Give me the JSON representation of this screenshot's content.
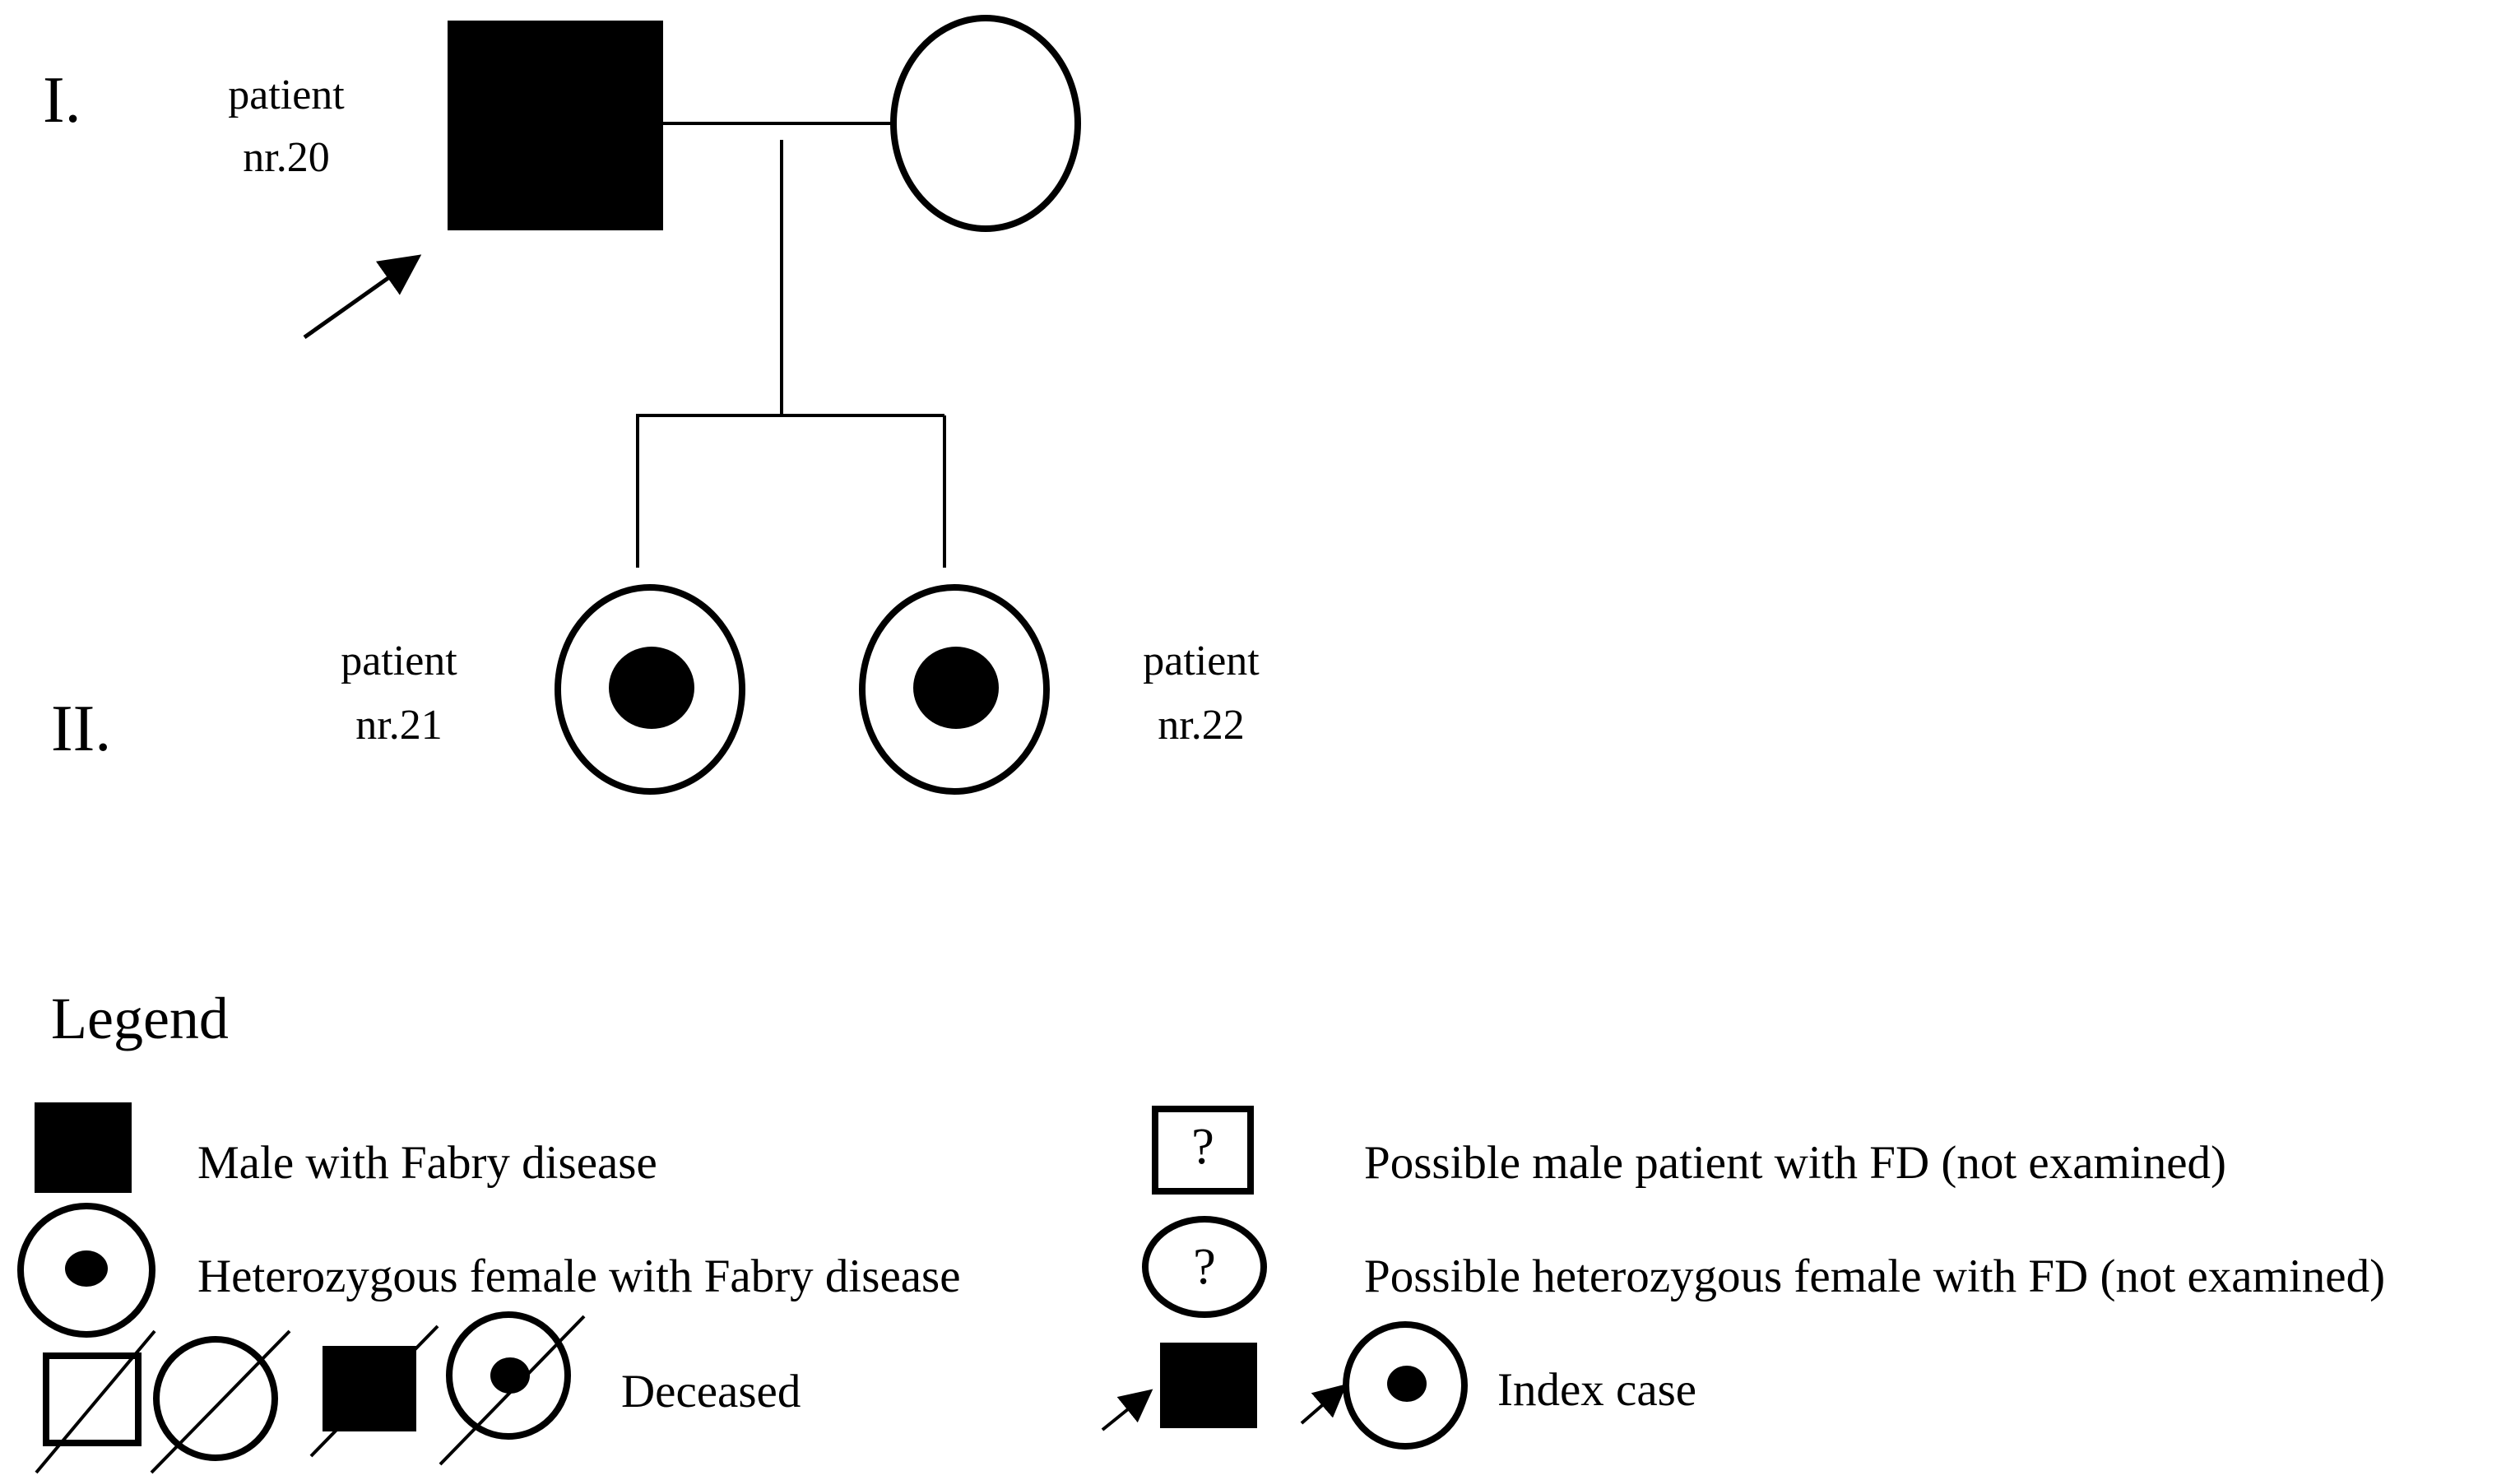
{
  "pedigree": {
    "generations": [
      "I.",
      "II."
    ],
    "individuals": [
      {
        "id": "I-1",
        "sex": "male",
        "status": "affected",
        "index_case": true,
        "label_line1": "patient",
        "label_line2": "nr.20"
      },
      {
        "id": "I-2",
        "sex": "female",
        "status": "unaffected",
        "label_line1": "",
        "label_line2": ""
      },
      {
        "id": "II-1",
        "sex": "female",
        "status": "heterozygous",
        "label_line1": "patient",
        "label_line2": "nr.21"
      },
      {
        "id": "II-2",
        "sex": "female",
        "status": "heterozygous",
        "label_line1": "patient",
        "label_line2": "nr.22"
      }
    ]
  },
  "legend": {
    "title": "Legend",
    "items": {
      "male_fd": "Male with Fabry disease",
      "hetero_female_fd": "Heterozygous female with Fabry disease",
      "deceased": "Deceased",
      "possible_male": "Possible male patient with FD (not examined)",
      "possible_female": "Possible heterozygous female with FD (not examined)",
      "index_case": "Index case"
    },
    "question_mark": "?"
  }
}
